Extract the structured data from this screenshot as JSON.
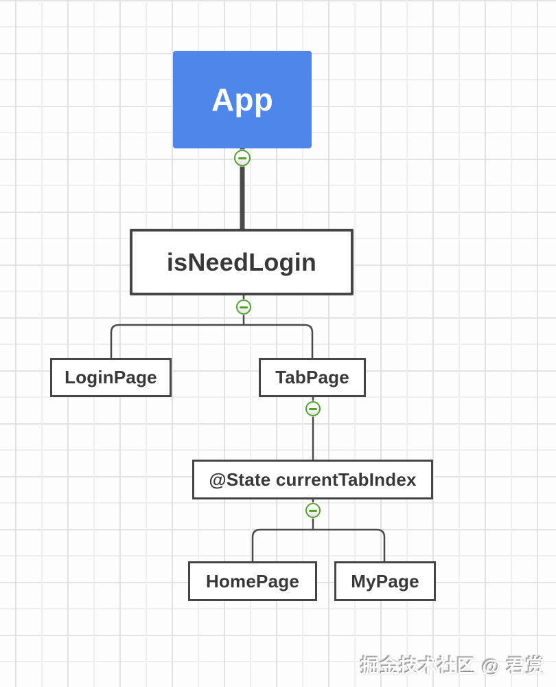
{
  "colors": {
    "node_blue": "#4e86ea",
    "line_dark": "#4a4a4a",
    "border_dark": "#454545",
    "text_dark": "#383838",
    "collapse_green": "#50a32a",
    "grid_line": "#e2e2e2",
    "canvas_bg": "#fdfdfd"
  },
  "nodes": {
    "app": {
      "label": "App"
    },
    "is_need_login": {
      "label": "isNeedLogin"
    },
    "login_page": {
      "label": "LoginPage"
    },
    "tab_page": {
      "label": "TabPage"
    },
    "state_current_tab_index": {
      "label": "@State currentTabIndex"
    },
    "home_page": {
      "label": "HomePage"
    },
    "my_page": {
      "label": "MyPage"
    }
  },
  "watermark": {
    "text": "掘金技术社区 @ 君赏"
  }
}
